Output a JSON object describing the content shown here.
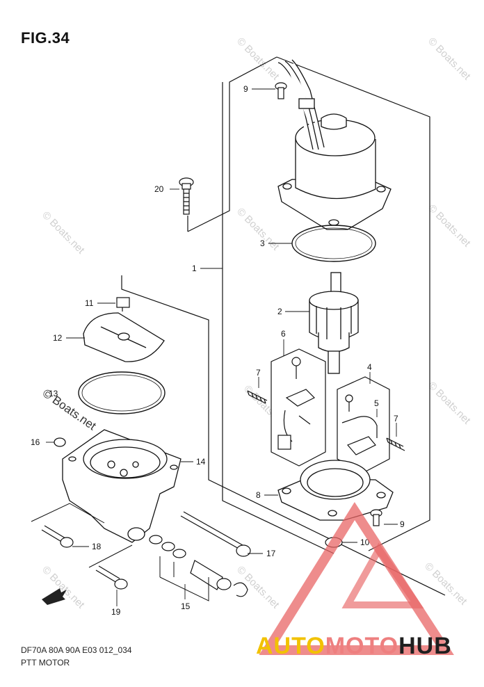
{
  "figure": {
    "title": "FIG.34",
    "model_code": "DF70A 80A 90A E03 012_034",
    "part_name": "PTT MOTOR"
  },
  "callouts": [
    "1",
    "2",
    "3",
    "4",
    "5",
    "6",
    "7",
    "7",
    "8",
    "9",
    "9",
    "10",
    "11",
    "12",
    "13",
    "14",
    "15",
    "16",
    "17",
    "18",
    "19",
    "20"
  ],
  "watermark": {
    "text": "© Boats.net",
    "brand_part1": "AUTO",
    "brand_part2": "MOTO",
    "brand_part3": "HUB",
    "brand_color_1": "#f2c200",
    "brand_color_2": "#ee7f7f",
    "brand_color_3": "#1f1f1f"
  },
  "colors": {
    "line": "#111111",
    "watermark_grey": "#d0d0d0",
    "logo_red": "#e33b3b"
  }
}
